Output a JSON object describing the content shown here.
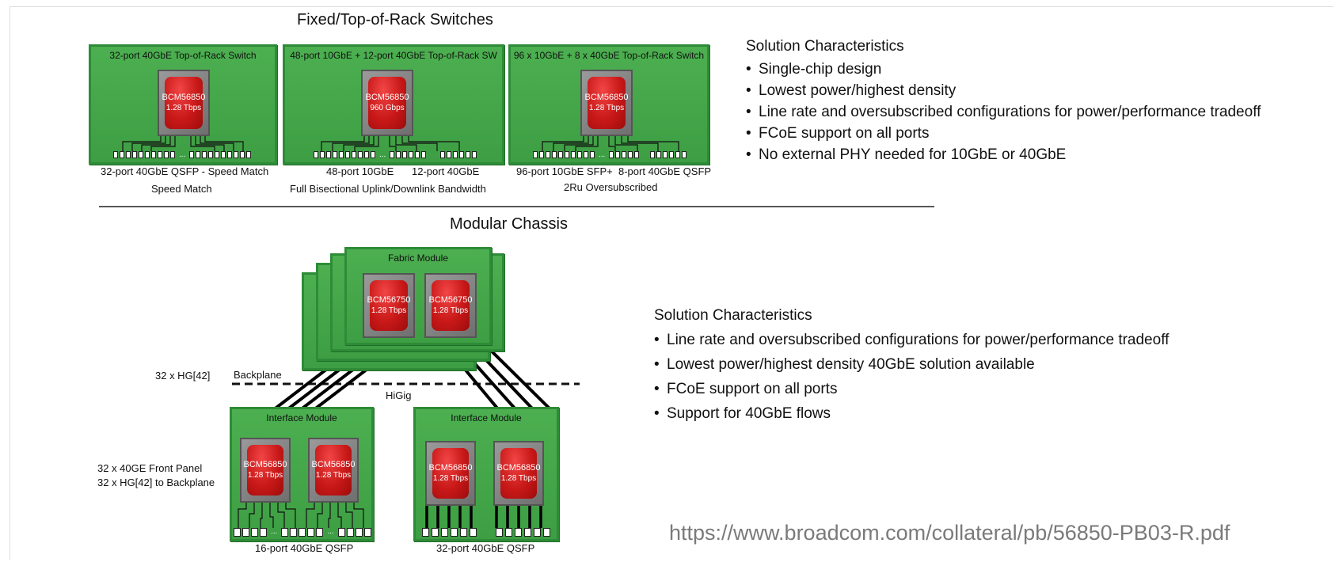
{
  "fixed": {
    "title": "Fixed/Top-of-Rack Switches",
    "boards": [
      {
        "title": "32-port 40GbE Top-of-Rack Switch",
        "chip": {
          "name": "BCM56850",
          "speed": "1.28 Tbps"
        },
        "caption_line1": "32-port 40GbE QSFP - Speed Match",
        "caption_line2": "Speed Match"
      },
      {
        "title": "48-port 10GbE + 12-port 40GbE Top-of-Rack SW",
        "chip": {
          "name": "BCM56850",
          "speed": "960 Gbps"
        },
        "caption_left": "48-port 10GbE",
        "caption_right": "12-port 40GbE",
        "caption_line2": "Full Bisectional Uplink/Downlink Bandwidth"
      },
      {
        "title": "96 x 10GbE + 8 x 40GbE Top-of-Rack Switch",
        "chip": {
          "name": "BCM56850",
          "speed": "1.28 Tbps"
        },
        "caption_left": "96-port 10GbE SFP+",
        "caption_right": "8-port 40GbE QSFP",
        "caption_line2": "2Ru Oversubscribed"
      }
    ],
    "characteristics": {
      "heading": "Solution Characteristics",
      "items": [
        "Single-chip design",
        "Lowest power/highest density",
        "Line rate and oversubscribed configurations for power/performance tradeoff",
        "FCoE support on all ports",
        "No external PHY needed for 10GbE or 40GbE"
      ]
    }
  },
  "modular": {
    "title": "Modular Chassis",
    "fabric_module": {
      "title": "Fabric Module",
      "chips": [
        {
          "name": "BCM56750",
          "speed": "1.28 Tbps"
        },
        {
          "name": "BCM56750",
          "speed": "1.28 Tbps"
        }
      ]
    },
    "labels": {
      "hg": "32 x HG[42]",
      "backplane": "Backplane",
      "higig": "HiGig",
      "front_panel_line1": "32 x 40GE Front Panel",
      "front_panel_line2": "32 x HG[42] to Backplane"
    },
    "interface_modules": [
      {
        "title": "Interface Module",
        "chips": [
          {
            "name": "BCM56850",
            "speed": "1.28 Tbps"
          },
          {
            "name": "BCM56850",
            "speed": "1.28 Tbps"
          }
        ],
        "caption": "16-port 40GbE QSFP"
      },
      {
        "title": "Interface Module",
        "chips": [
          {
            "name": "BCM56850",
            "speed": "1.28 Tbps"
          },
          {
            "name": "BCM56850",
            "speed": "1.28 Tbps"
          }
        ],
        "caption": "32-port 40GbE QSFP"
      }
    ],
    "characteristics": {
      "heading": "Solution Characteristics",
      "items": [
        "Line rate and oversubscribed configurations for power/performance tradeoff",
        "Lowest power/highest density 40GbE solution available",
        "FCoE support on all ports",
        "Support for 40GbE flows"
      ]
    }
  },
  "source_url": "https://www.broadcom.com/collateral/pb/56850-PB03-R.pdf",
  "colors": {
    "board_green": "#4caf50",
    "board_border": "#2e8b37",
    "chip_red": "#c81818",
    "chip_frame": "#7a7a7a",
    "url_gray": "#7a7a7a"
  }
}
